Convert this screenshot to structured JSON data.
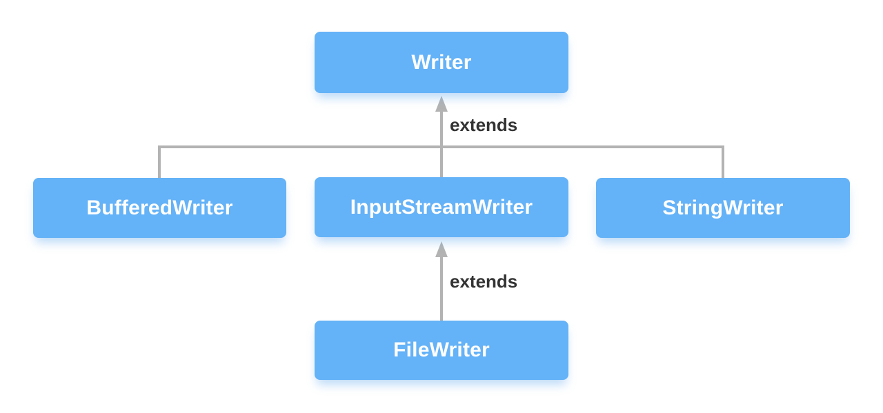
{
  "diagram": {
    "type": "class-hierarchy",
    "nodes": [
      {
        "id": "writer",
        "label": "Writer"
      },
      {
        "id": "buffered-writer",
        "label": "BufferedWriter"
      },
      {
        "id": "input-stream-writer",
        "label": "InputStreamWriter"
      },
      {
        "id": "string-writer",
        "label": "StringWriter"
      },
      {
        "id": "file-writer",
        "label": "FileWriter"
      }
    ],
    "edges": [
      {
        "from": "BufferedWriter",
        "to": "Writer",
        "relation": "extends"
      },
      {
        "from": "InputStreamWriter",
        "to": "Writer",
        "relation": "extends"
      },
      {
        "from": "StringWriter",
        "to": "Writer",
        "relation": "extends"
      },
      {
        "from": "FileWriter",
        "to": "InputStreamWriter",
        "relation": "extends"
      }
    ],
    "visible_edge_labels": [
      "extends",
      "extends"
    ]
  },
  "colors": {
    "node_fill": "#64B2F7",
    "node_text": "#FFFFFF",
    "connector": "#B3B3B3",
    "edge_label_text": "#333333",
    "background": "#FFFFFF"
  }
}
